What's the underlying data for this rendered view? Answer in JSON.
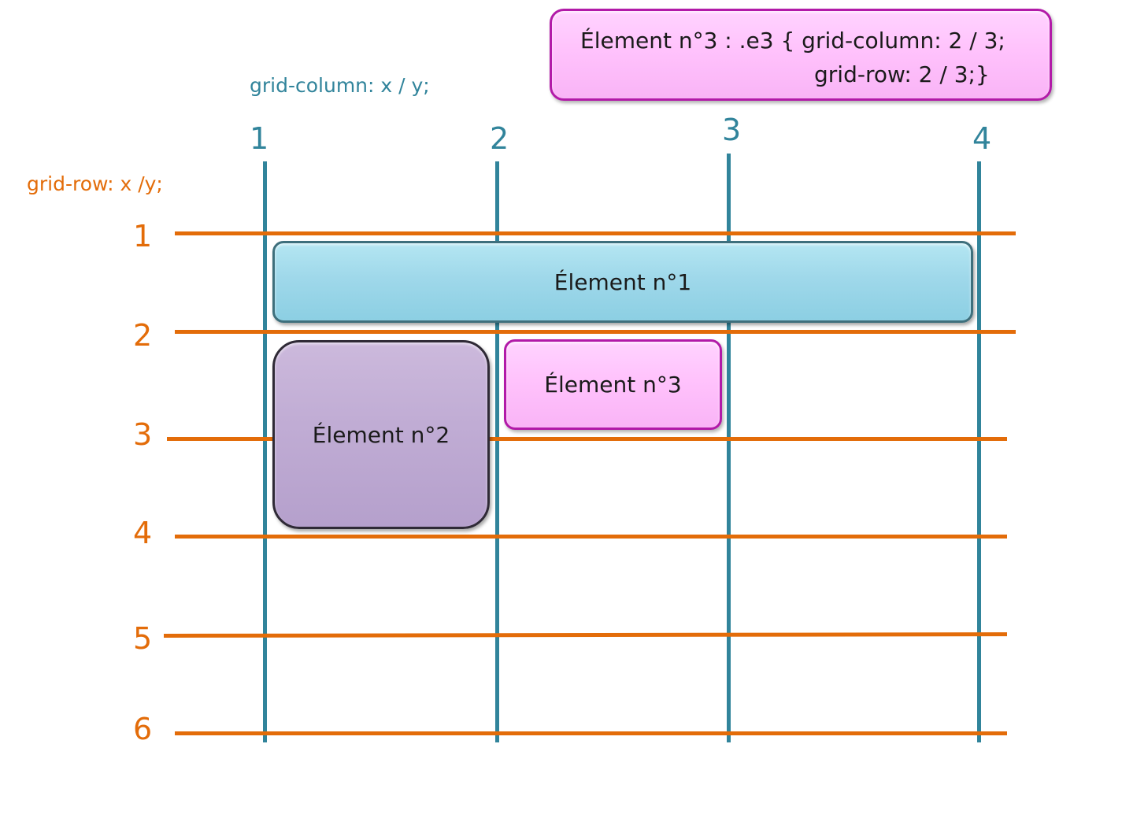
{
  "code_box": {
    "line1": "Élement n°3   :  .e3 { grid-column: 2 / 3;",
    "line2": "grid-row: 2 / 3;}"
  },
  "captions": {
    "column": "grid-column: x / y;",
    "row": "grid-row: x /y;"
  },
  "column_numbers": [
    "1",
    "2",
    "3",
    "4"
  ],
  "row_numbers": [
    "1",
    "2",
    "3",
    "4",
    "5",
    "6"
  ],
  "elements": {
    "e1": "Élement n°1",
    "e2": "Élement n°2",
    "e3": "Élement n°3"
  },
  "colors": {
    "column_lines": "#31849b",
    "row_lines": "#e36c09",
    "element1_fill": "#9fd8ea",
    "element2_fill": "#c0acd4",
    "element3_fill": "#ffc2fc"
  }
}
